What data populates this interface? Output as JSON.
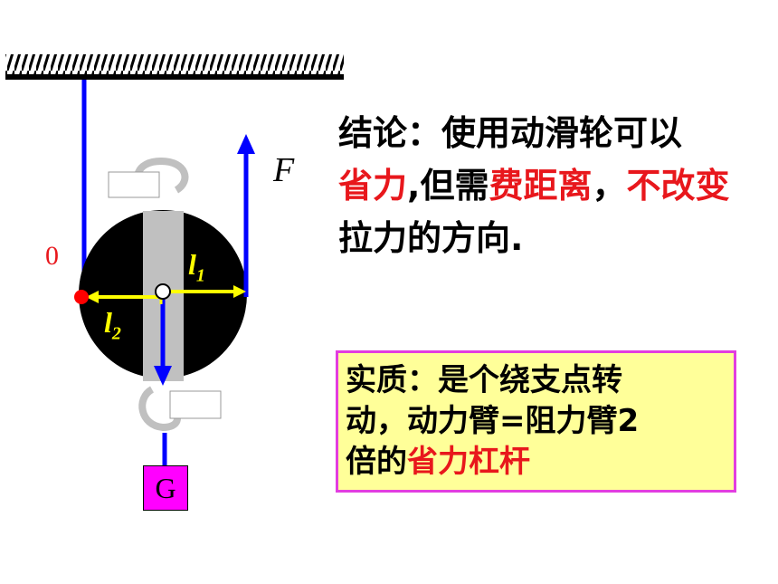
{
  "diagram": {
    "labels": {
      "pivot": "0",
      "force": "F",
      "arm1_base": "l",
      "arm1_sub": "1",
      "arm2_base": "l",
      "arm2_sub": "2",
      "weight": "G"
    },
    "colors": {
      "rope": "#0000ff",
      "wheel": "#000000",
      "frame": "#c0c0c0",
      "arm": "#ffff00",
      "pivot_dot": "#ff0000",
      "weight": "#ff00ff"
    }
  },
  "conclusion": {
    "p1": "结论：使用动滑轮可以",
    "p2_red": "省力",
    "p3": ",但需",
    "p4_red": "费距离",
    "p5": "，",
    "p6_red": "不改变",
    "p7": "拉力的方向."
  },
  "essence": {
    "line1": "实质：是个绕支点转",
    "line2": "动，动力臂=阻力臂2",
    "line3_prefix": "倍的",
    "line3_red": "省力杠杆"
  }
}
